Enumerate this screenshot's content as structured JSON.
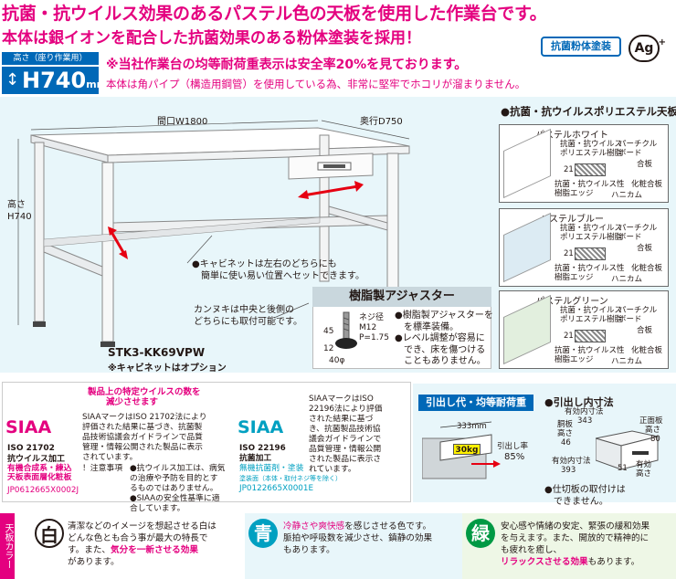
{
  "header": {
    "title": "抗菌・抗ウイルス効果のあるパステル色の天板を使用した作業台です。",
    "subtitle": "本体は銀イオンを配合した抗菌効果のある粉体塗装を採用！",
    "badge_antibacterial": "抗菌粉体塗装",
    "badge_ag": "Ag",
    "badge_ag_sup": "+",
    "height_label": "高さ（座り作業用）",
    "height_value": "H740",
    "height_unit": "mm",
    "height_arrow": "↕",
    "notice_bold": "※当社作業台の均等耐荷重表示は安全率20%を見ております。",
    "notice_sub": "本体は角パイプ（構造用鋼管）を使用している為、非常に堅牢でホコリが溜まりません。"
  },
  "product": {
    "dim_width": "間口W1800",
    "dim_depth": "奥行D750",
    "dim_height_1": "高さ",
    "dim_height_2": "H740",
    "cabinet_note_1": "●キャビネットは左右のどちらにも",
    "cabinet_note_2": "簡単に使い易い位置へセットできます。",
    "kanuki_1": "カンヌキは中央と後側の",
    "kanuki_2": "どちらにも取付可能です。",
    "model": "STK3-KK69VPW",
    "option": "※キャビネットはオプション"
  },
  "adjuster": {
    "title": "樹脂製アジャスター",
    "spec_1": "ネジ径",
    "spec_2": "M12",
    "spec_3": "P=1.75",
    "dim_45": "45",
    "dim_12": "12",
    "dim_40": "40φ",
    "note_1": "●樹脂製アジャスターを",
    "note_2": "を標準装備。",
    "note_3": "●レベル調整が容易に",
    "note_4": "でき、床を傷つける",
    "note_5": "こともありません。"
  },
  "tabletop": {
    "heading": "●抗菌・抗ウイルスポリエステル天板",
    "variants": [
      {
        "name": "パステルホワイト",
        "color": "#ffffff"
      },
      {
        "name": "パステルブルー",
        "color": "#dcebf3"
      },
      {
        "name": "パステルグリーン",
        "color": "#e2efde"
      }
    ],
    "layer_top_1": "抗菌・抗ウイルス",
    "layer_top_2": "ポリエステル樹脂",
    "layer_particle_1": "パーチクル",
    "layer_particle_2": "ボード",
    "layer_ply": "合板",
    "layer_thickness": "21",
    "layer_edge_1": "抗菌・抗ウイルス性",
    "layer_edge_2": "樹脂エッジ",
    "layer_honeycomb": "ハニカム",
    "layer_compound": "化粧合板"
  },
  "certification": {
    "siaa": "SIAA",
    "iso1_title": "ISO 21702",
    "iso1_sub": "抗ウイルス加工",
    "iso1_agent_1": "有機合成系・練込",
    "iso1_agent_2": "天板表面層化粧板",
    "iso1_code": "JP0612665X0002J",
    "virus_note_1": "製品上の特定ウイルスの数を",
    "virus_note_2": "減少させます",
    "siaa_desc_1": "SIAAマークはISO 21702法により",
    "siaa_desc_2": "評価された結果に基づき、抗菌製",
    "siaa_desc_3": "品技術協議会ガイドラインで品質",
    "siaa_desc_4": "管理・情報公開された製品に表示",
    "siaa_desc_5": "されています。",
    "caution_label": "！注意事項",
    "caution_1": "●抗ウイルス加工は、病気",
    "caution_2": "の治療や予防を目的とす",
    "caution_3": "るものではありません。",
    "caution_4": "●SIAAの安全性基準に適",
    "caution_5": "合しています。",
    "iso2_title": "ISO 22196",
    "iso2_sub": "抗菌加工",
    "iso2_agent_1": "無機抗菌剤・塗装",
    "iso2_agent_2": "塗装面（本体・取付ネジ等を除く）",
    "iso2_code": "JP0122665X0001E",
    "siaa2_desc_1": "SIAAマークはISO",
    "siaa2_desc_2": "22196法により評価",
    "siaa2_desc_3": "された結果に基づ",
    "siaa2_desc_4": "き、抗菌製品技術協",
    "siaa2_desc_5": "議会ガイドラインで",
    "siaa2_desc_6": "品質管理・情報公開",
    "siaa2_desc_7": "された製品に表示さ",
    "siaa2_desc_8": "れています。"
  },
  "drawer": {
    "load_title": "引出し代・均等耐荷重",
    "size_title": "●引出し内寸法",
    "load_depth": "333mm",
    "load_kg": "30kg",
    "ratio_label": "引出し率",
    "ratio_value": "85%",
    "inner_depth_label": "有効内寸法",
    "inner_depth": "343",
    "side_height_label": "胴板",
    "side_height_label2": "高さ",
    "side_height": "46",
    "front_label": "正面板",
    "front_label2": "高さ",
    "front_height": "80",
    "inner_width_label": "有効内寸法",
    "inner_width": "393",
    "effective_height_label": "有効",
    "effective_height_label2": "高さ",
    "effective_height": "51",
    "note_1": "●仕切板の取付けは",
    "note_2": "できません。"
  },
  "colors": {
    "strip_label": "天板カラー",
    "white_kanji": "白",
    "white_1": "清潔などのイメージを想起させる白は",
    "white_2": "どんな色とも合う事が最大の特長で",
    "white_3_a": "す。また、",
    "white_3_b": "気分を一新させる効果",
    "white_4": "があります。",
    "blue_kanji": "青",
    "blue_1_a": "冷静さや爽快感",
    "blue_1_b": "を感じさせる色です。",
    "blue_2": "脈拍や呼吸数を減少させ、鎮静の効果",
    "blue_3": "もあります。",
    "green_kanji": "緑",
    "green_1": "安心感や情緒の安定、緊張の緩和効果",
    "green_2": "を与えます。また、開放的で精神的に",
    "green_3": "も疲れを癒し、",
    "green_4_a": "リラックスさせる効果",
    "green_4_b": "もあります。"
  },
  "brand_colors": {
    "magenta": "#e4007f",
    "blue": "#0068b7",
    "cyan": "#00a0c1",
    "green": "#009944"
  }
}
